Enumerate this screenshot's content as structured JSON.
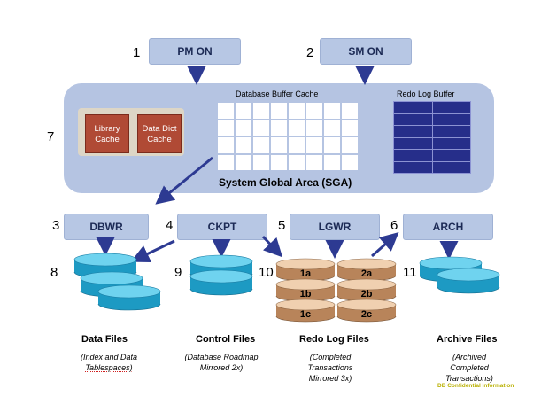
{
  "processes": {
    "pmon": {
      "num": "1",
      "label": "PM ON"
    },
    "smon": {
      "num": "2",
      "label": "SM ON"
    },
    "dbwr": {
      "num": "3",
      "label": "DBWR"
    },
    "ckpt": {
      "num": "4",
      "label": "CKPT"
    },
    "lgwr": {
      "num": "5",
      "label": "LGWR"
    },
    "arch": {
      "num": "6",
      "label": "ARCH"
    }
  },
  "sga": {
    "num": "7",
    "title": "System Global Area (SGA)",
    "buffer_cache_label": "Database Buffer Cache",
    "redo_buffer_label": "Redo Log Buffer",
    "library_cache": "Library Cache",
    "data_dict_cache": "Data Dict Cache"
  },
  "storage": {
    "data_files": {
      "num": "8",
      "title": "Data Files",
      "line1": "(Index and Data",
      "line2": "Tablespaces)"
    },
    "control_files": {
      "num": "9",
      "title": "Control Files",
      "line1": "(Database Roadmap",
      "line2": "Mirrored 2x)"
    },
    "redo_log_files": {
      "num": "10",
      "title": "Redo Log Files",
      "line1": "(Completed",
      "line2": "Transactions",
      "line3": "Mirrored 3x)",
      "groups": [
        "1a",
        "1b",
        "1c",
        "2a",
        "2b",
        "2c"
      ]
    },
    "archive_files": {
      "num": "11",
      "title": "Archive Files",
      "line1": "(Archived",
      "line2": "Completed",
      "line3": "Transactions)"
    }
  },
  "footer": {
    "confidential": "DB Confidential Information"
  },
  "colors": {
    "process_box": "#b7c7e4",
    "sga": "#b5c4e2",
    "arrow": "#2d3a92",
    "disk": "#37b3d8",
    "redo_disk": "#c69a72",
    "redo_buffer": "#262e8a",
    "cache_brick": "#b04a35"
  }
}
